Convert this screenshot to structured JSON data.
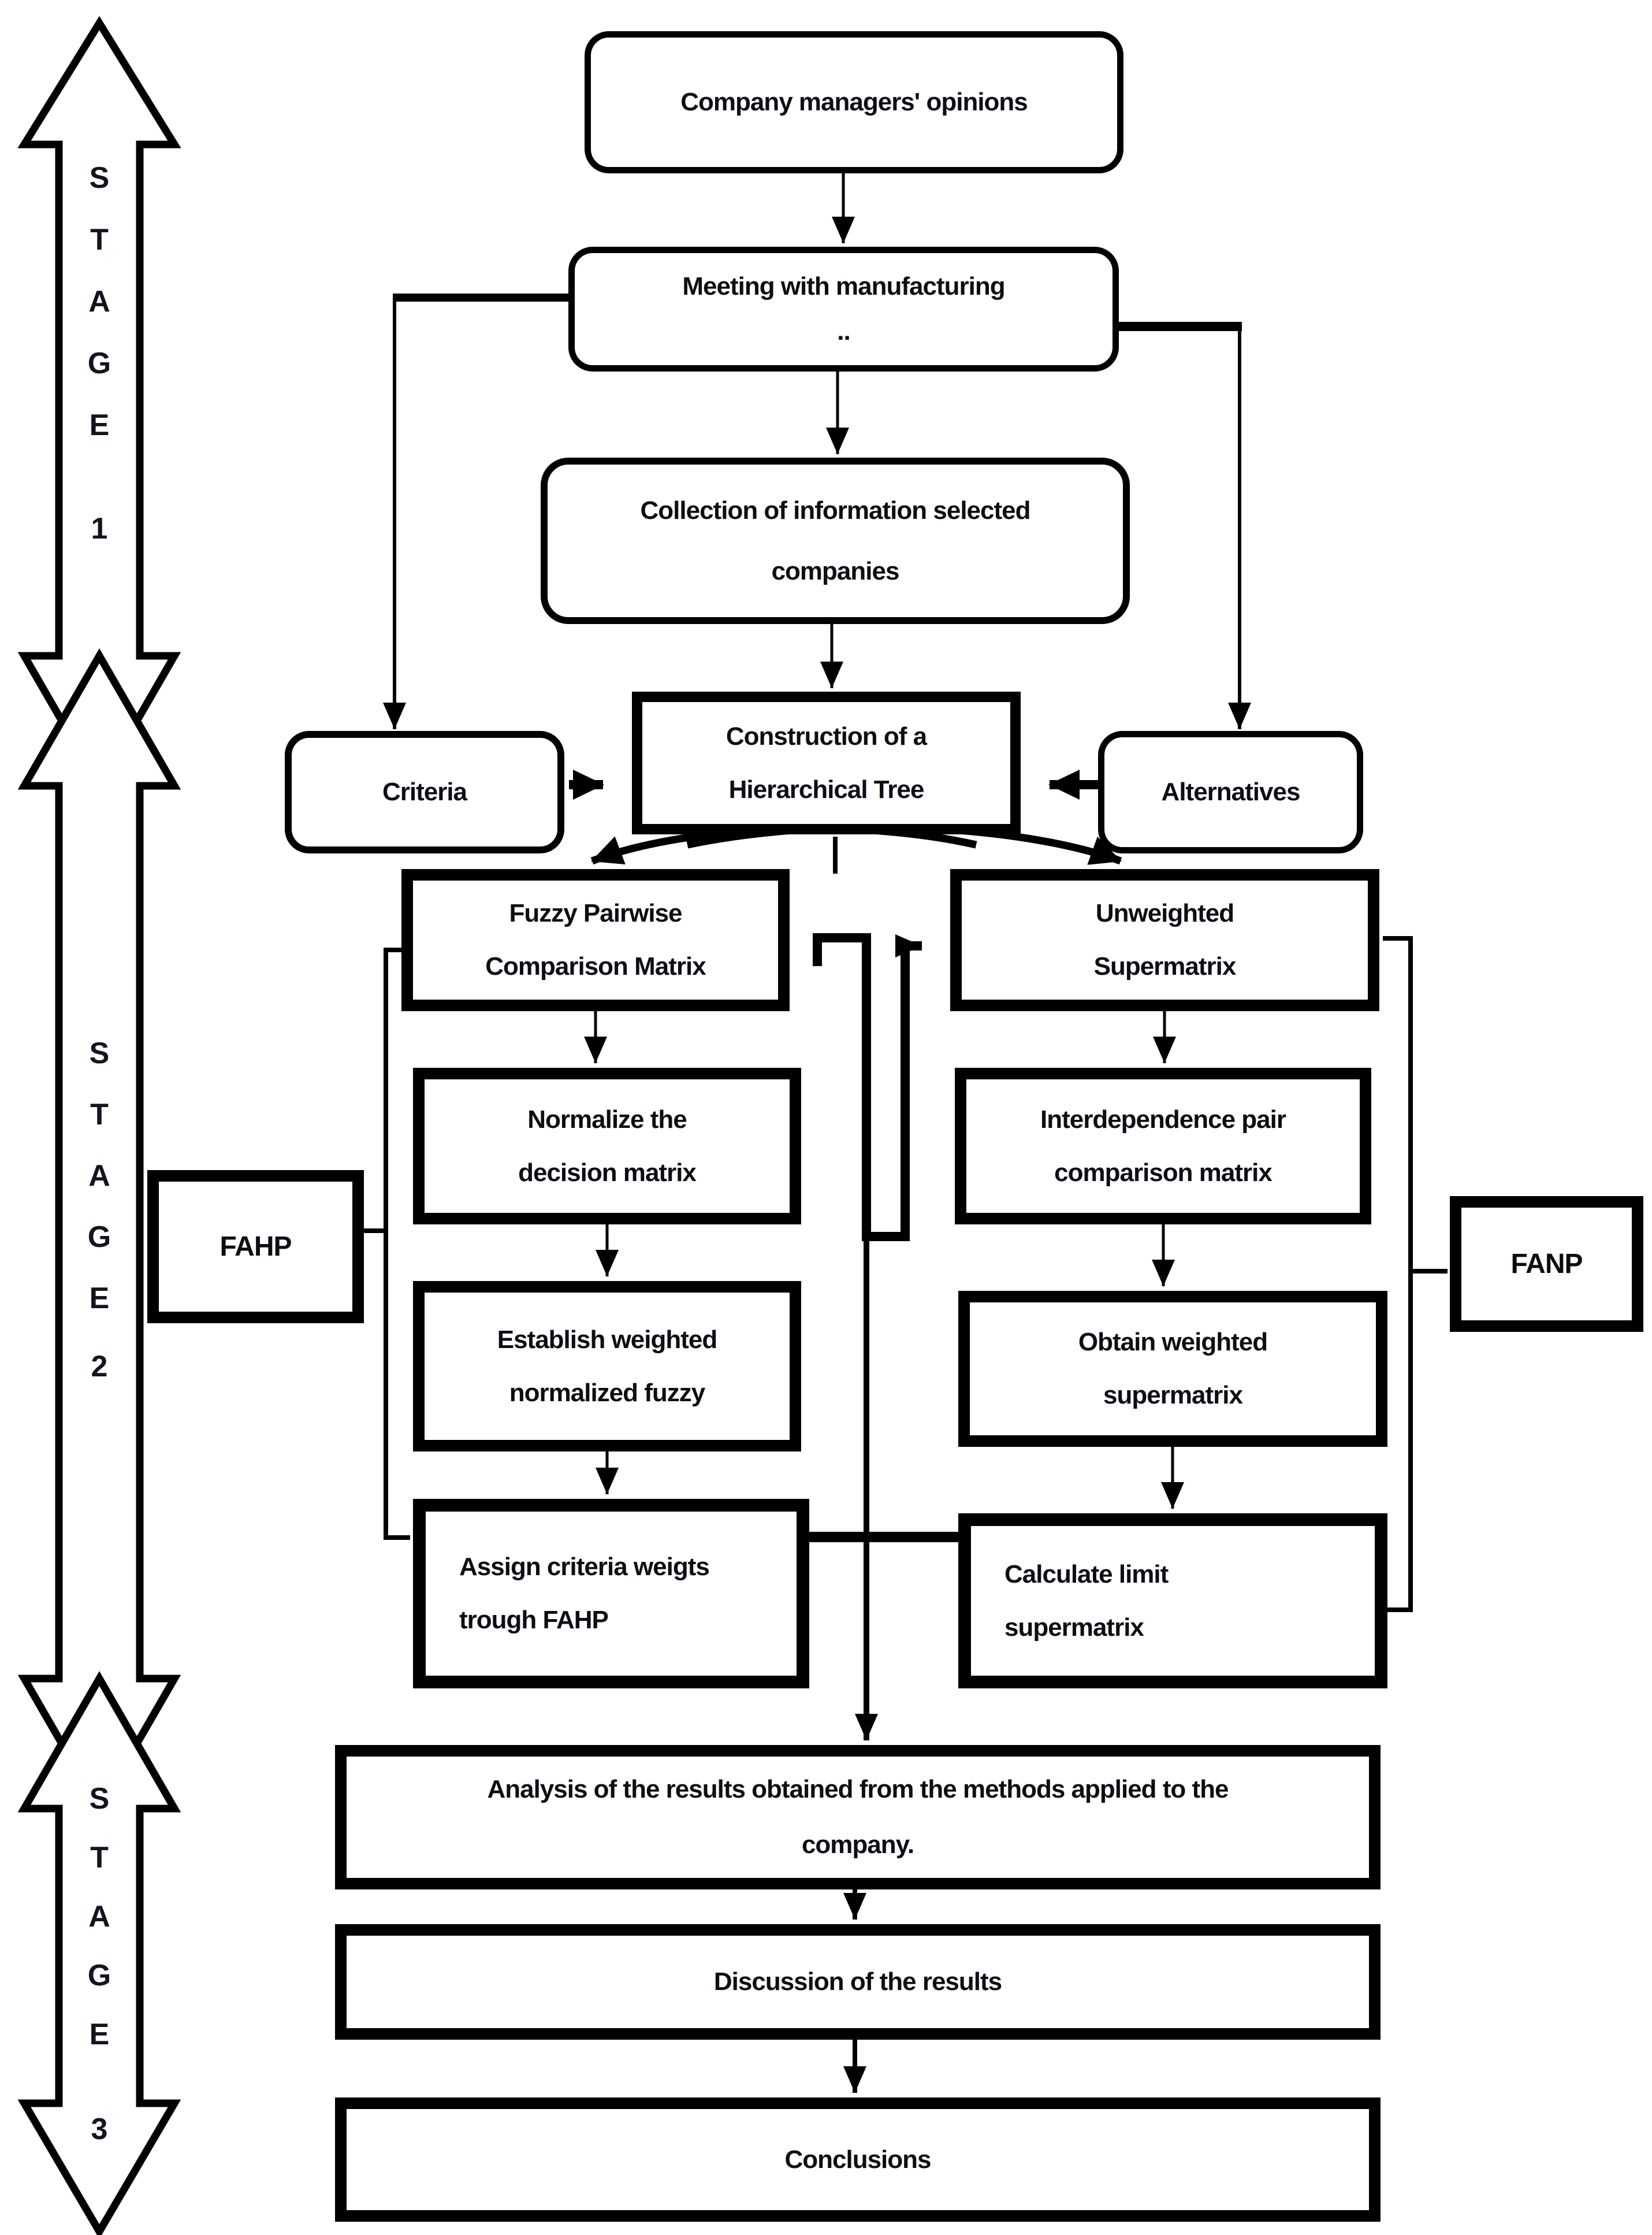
{
  "diagram": {
    "title": "FAHP / FANP methodology flowchart",
    "colors": {
      "ink": "#000000",
      "paper": "#ffffff"
    },
    "stages": [
      {
        "id": "stage-1",
        "letters": [
          "S",
          "T",
          "A",
          "G",
          "E",
          "1"
        ]
      },
      {
        "id": "stage-2",
        "letters": [
          "S",
          "T",
          "A",
          "G",
          "E",
          "2"
        ]
      },
      {
        "id": "stage-3",
        "letters": [
          "S",
          "T",
          "A",
          "G",
          "E",
          "3"
        ]
      }
    ],
    "nodes": {
      "company": "Company managers' opinions",
      "meeting": "Meeting with manufacturing\n..",
      "collection": "Collection of information selected\ncompanies",
      "criteria": "Criteria",
      "construction": "Construction of a\nHierarchical Tree",
      "alternatives": "Alternatives",
      "fuzzy": "Fuzzy Pairwise\nComparison Matrix",
      "normalize": "Normalize the\ndecision matrix",
      "establish": "Establish weighted\nnormalized fuzzy",
      "assign": "Assign criteria weigts\ntrough FAHP",
      "unweighted": "Unweighted\nSupermatrix",
      "interdependence": "Interdependence pair\ncomparison matrix",
      "obtain": "Obtain weighted\nsupermatrix",
      "calculate": "Calculate limit\nsupermatrix",
      "fahp": "FAHP",
      "fanp": "FANP",
      "analysis": "Analysis of the results obtained from the methods applied to the\ncompany.",
      "discussion": "Discussion of the results",
      "conclusions": "Conclusions"
    }
  }
}
